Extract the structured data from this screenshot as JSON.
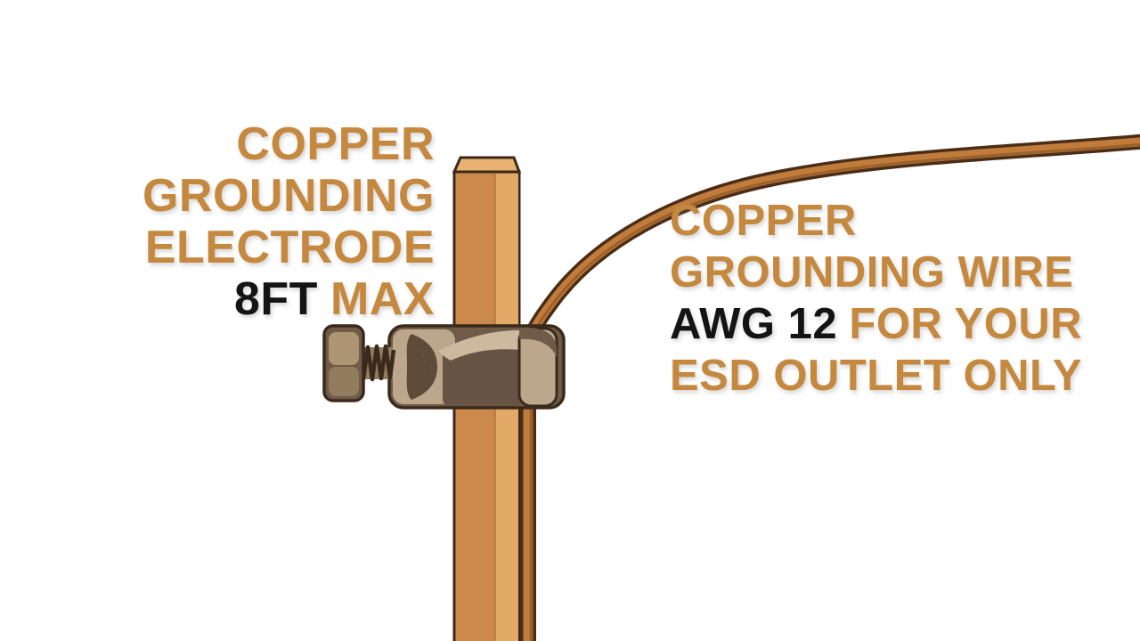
{
  "labels": {
    "electrode": {
      "line1": "COPPER",
      "line2": "GROUNDING",
      "line3": "ELECTRODE",
      "line4_highlight": "8FT",
      "line4_rest": "MAX"
    },
    "wire": {
      "line1": "COPPER",
      "line2": "GROUNDING WIRE",
      "line3_highlight": "AWG 12",
      "line3_rest": "FOR YOUR",
      "line4": "ESD OUTLET ONLY"
    }
  },
  "colors": {
    "background": "#ffffff",
    "text_copper": "#C5883F",
    "text_black": "#141414",
    "rod_face": "#CB8A4C",
    "rod_highlight": "#E3A967",
    "rod_bevel": "#E9B172",
    "wire_outline": "#4A2D17",
    "wire_fill": "#C17C3B",
    "wire_core": "#8A5526",
    "clamp_dark": "#6F5B47",
    "clamp_band": "#675343",
    "clamp_shadow": "#5E4B39",
    "clamp_tan": "#BDA78C",
    "clamp_tan_light": "#CDB99E",
    "bolt_light": "#AD9573",
    "bolt_mid": "#937C5D"
  },
  "illustration": {
    "parts": [
      "grounding-rod",
      "grounding-wire",
      "acorn-clamp",
      "clamp-bolt"
    ]
  }
}
